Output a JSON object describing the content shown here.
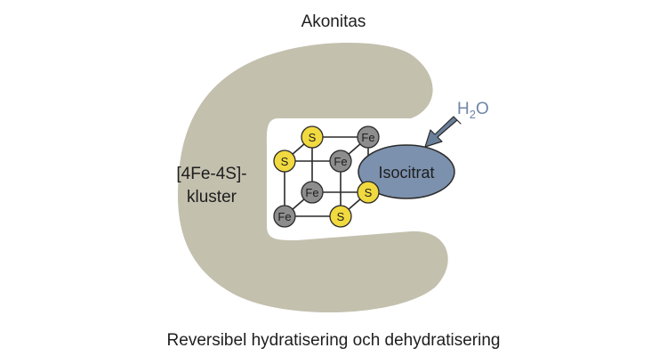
{
  "title": "Akonitas",
  "cluster_label": {
    "line1": "[4Fe-4S]-",
    "line2": "kluster"
  },
  "substrate_label": "Isocitrat",
  "water": {
    "base": "H",
    "subscript": "2",
    "rest": "O"
  },
  "atoms": {
    "s_top": "S",
    "fe_top_right": "Fe",
    "s_left": "S",
    "fe_center": "Fe",
    "fe_middle": "Fe",
    "s_right": "S",
    "fe_bottom_left": "Fe",
    "s_bottom": "S"
  },
  "caption": "Reversibel hydratisering och dehydratisering",
  "colors": {
    "enzyme": "#c3c0ae",
    "substrate": "#7c91ad",
    "arrow": "#6a7f99",
    "water_text": "#6f86a6",
    "sulfur": "#f1d940",
    "iron": "#8d8d8d",
    "bond": "#2a2a2a"
  }
}
